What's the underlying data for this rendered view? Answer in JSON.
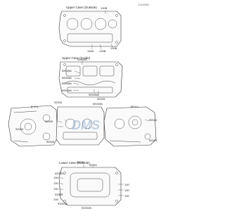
{
  "document_code": "C1410892",
  "watermark": "DMS",
  "upper_case_outside": {
    "title": "Upper Case (Outside)",
    "callouts": [
      "130B",
      "130A",
      "130B",
      "130B"
    ]
  },
  "upper_case_inside": {
    "title": "Upper Case (Inside)",
    "callouts": [
      "92043A",
      "92043A",
      "92043A",
      "92043A",
      "92043A",
      "92043A",
      "92043"
    ]
  },
  "crankcase_side": {
    "left_label": "(L.H.)",
    "right_label": "(R.H.)",
    "callouts": [
      "92043",
      "92043A",
      "92043",
      "92043",
      "92043",
      "92043",
      "92043"
    ]
  },
  "lower_case_outside": {
    "title": "Lower Case (Outside)",
    "callouts": [
      "92001",
      "92001",
      "92001",
      "130",
      "130",
      "130",
      "130",
      "130",
      "130",
      "92001",
      "130",
      "92001A",
      "92001B"
    ]
  },
  "colors": {
    "line": "#333333",
    "text": "#222222",
    "watermark": "#78a0c8"
  }
}
